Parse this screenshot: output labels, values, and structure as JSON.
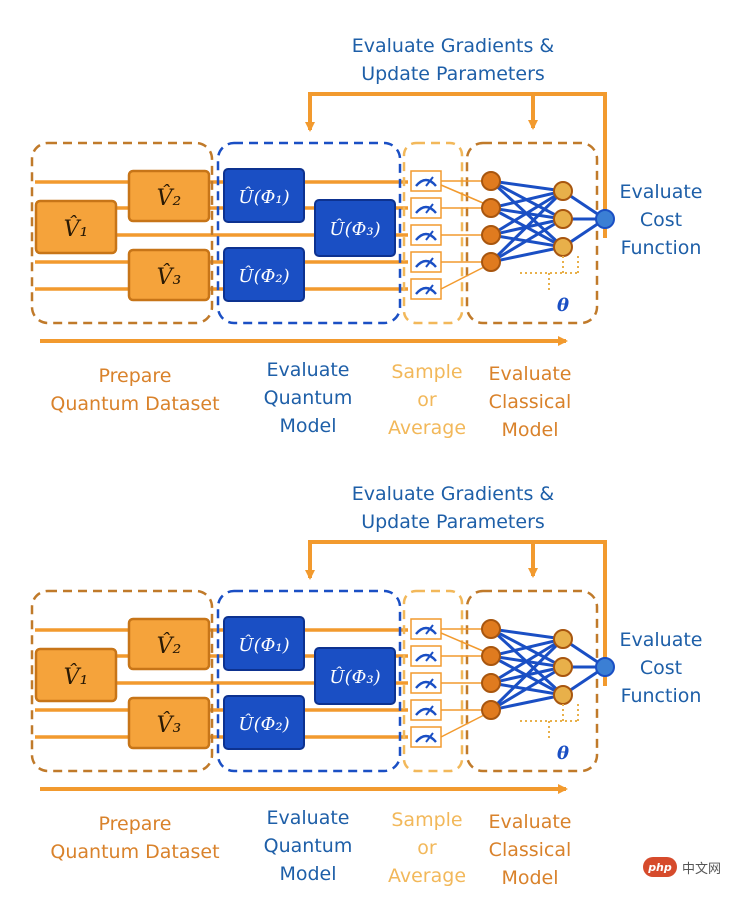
{
  "diagrams": [
    {
      "top_label_line1": "Evaluate Gradients &",
      "top_label_line2": "Update Parameters",
      "cost_line1": "Evaluate",
      "cost_line2": "Cost",
      "cost_line3": "Function",
      "gates": {
        "v1": "V̂₁",
        "v2": "V̂₂",
        "v3": "V̂₃",
        "u1": "Û(Φ₁)",
        "u2": "Û(Φ₂)",
        "u3": "Û(Φ₃)"
      },
      "theta": "θ",
      "stages": {
        "prepare_line1": "Prepare",
        "prepare_line2": "Quantum Dataset",
        "quantum_line1": "Evaluate",
        "quantum_line2": "Quantum",
        "quantum_line3": "Model",
        "sample_line1": "Sample",
        "sample_line2": "or",
        "sample_line3": "Average",
        "classical_line1": "Evaluate",
        "classical_line2": "Classical",
        "classical_line3": "Model"
      }
    },
    {
      "top_label_line1": "Evaluate Gradients &",
      "top_label_line2": "Update Parameters",
      "cost_line1": "Evaluate",
      "cost_line2": "Cost",
      "cost_line3": "Function",
      "gates": {
        "v1": "V̂₁",
        "v2": "V̂₂",
        "v3": "V̂₃",
        "u1": "Û(Φ₁)",
        "u2": "Û(Φ₂)",
        "u3": "Û(Φ₃)"
      },
      "theta": "θ",
      "stages": {
        "prepare_line1": "Prepare",
        "prepare_line2": "Quantum Dataset",
        "quantum_line1": "Evaluate",
        "quantum_line2": "Quantum",
        "quantum_line3": "Model",
        "sample_line1": "Sample",
        "sample_line2": "or",
        "sample_line3": "Average",
        "classical_line1": "Evaluate",
        "classical_line2": "Classical",
        "classical_line3": "Model"
      }
    }
  ],
  "watermark": {
    "logo": "php",
    "text": "中文网"
  },
  "colors": {
    "orange": "#f29a2e",
    "orange_dark": "#c07a2a",
    "blue": "#1a4fc4",
    "blue_text": "#1e5fa8",
    "gold": "#e8b04a",
    "neuron_out": "#3b7fd4"
  }
}
